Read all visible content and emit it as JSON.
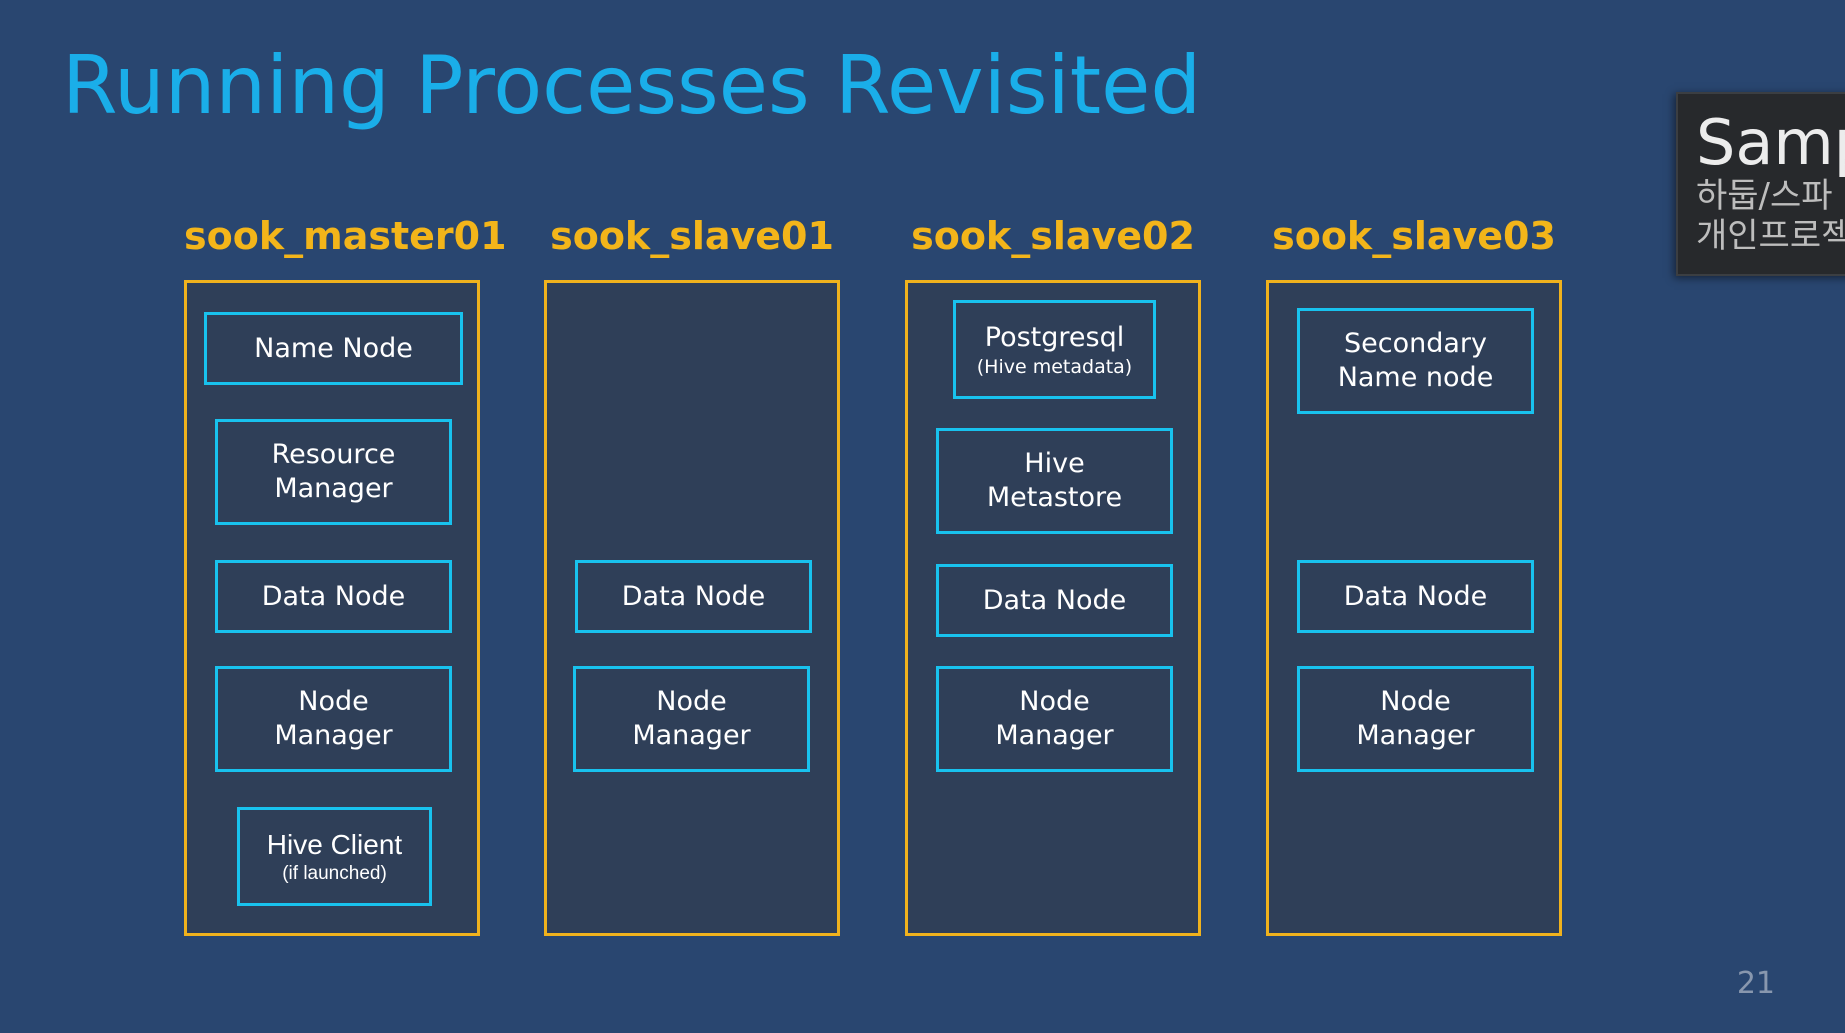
{
  "slide": {
    "title": "Running Processes Revisited",
    "page_number": "21"
  },
  "hosts": [
    {
      "name": "sook_master01",
      "processes": [
        {
          "label": "Name Node"
        },
        {
          "label": "Resource\nManager"
        },
        {
          "label": "Data Node"
        },
        {
          "label": "Node\nManager"
        },
        {
          "label": "Hive Client",
          "sublabel": "(if launched)"
        }
      ]
    },
    {
      "name": "sook_slave01",
      "processes": [
        {
          "label": "Data Node"
        },
        {
          "label": "Node\nManager"
        }
      ]
    },
    {
      "name": "sook_slave02",
      "processes": [
        {
          "label": "Postgresql",
          "sublabel": "(Hive metadata)"
        },
        {
          "label": "Hive\nMetastore"
        },
        {
          "label": "Data Node"
        },
        {
          "label": "Node\nManager"
        }
      ]
    },
    {
      "name": "sook_slave03",
      "processes": [
        {
          "label": "Secondary\nName node"
        },
        {
          "label": "Data Node"
        },
        {
          "label": "Node\nManager"
        }
      ]
    }
  ],
  "overlay": {
    "title": "Samp",
    "line1": "하둡/스파",
    "line2": "개인프로젝"
  },
  "colors": {
    "background": "#294670",
    "title": "#1aaee9",
    "host_label": "#f3b51a",
    "host_border": "#f0b21d",
    "process_border": "#18c2ee"
  }
}
